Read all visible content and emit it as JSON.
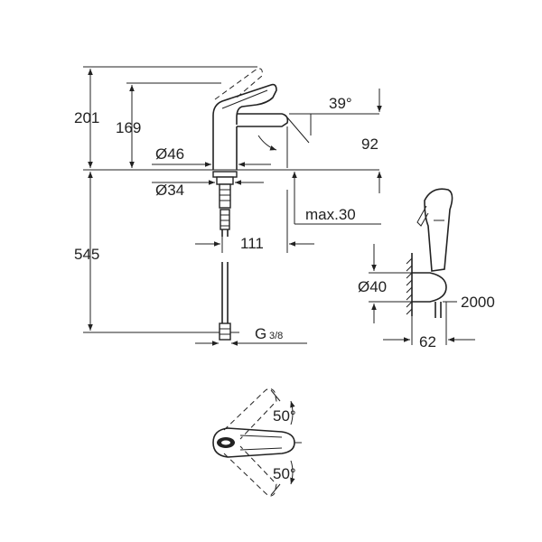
{
  "drawing": {
    "dims": {
      "h201": "201",
      "h169": "169",
      "d46": "Ø46",
      "d34": "Ø34",
      "angle39": "39°",
      "h92": "92",
      "max30": "max.30",
      "w111": "111",
      "h545": "545",
      "thread_g": "G",
      "thread_frac": "3/8",
      "d40": "Ø40",
      "hose2000": "2000",
      "w62": "62",
      "angle50_top": "50°",
      "angle50_bottom": "50°"
    }
  }
}
